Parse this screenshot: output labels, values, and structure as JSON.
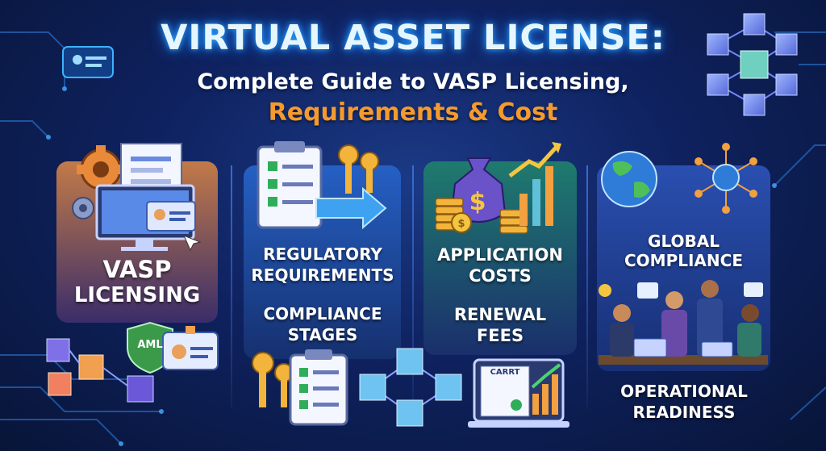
{
  "header": {
    "title": "VIRTUAL ASSET LICENSE:",
    "subtitle_line1": "Complete Guide to VASP Licensing,",
    "subtitle_line2": "Requirements & Cost"
  },
  "panels": [
    {
      "label_line1": "VASP",
      "label_line2": "LICENSING"
    },
    {
      "label_a_line1": "REGULATORY",
      "label_a_line2": "REQUIREMENTS",
      "label_b_line1": "COMPLIANCE",
      "label_b_line2": "STAGES"
    },
    {
      "label_a_line1": "APPLICATION",
      "label_a_line2": "COSTS",
      "label_b_line1": "RENEWAL",
      "label_b_line2": "FEES"
    },
    {
      "label_a_line1": "GLOBAL",
      "label_a_line2": "COMPLIANCE",
      "label_b_line1": "OPERATIONAL",
      "label_b_line2": "READINESS"
    }
  ],
  "badges": {
    "aml": "AML",
    "cert": "CARRT"
  },
  "colors": {
    "title_glow": "#2aa8ff",
    "accent_orange": "#f49a2e",
    "panel1": "#b86a3c",
    "panel2": "#1d4ea6",
    "panel3": "#1b6a6a",
    "panel4": "#1c3d8f"
  },
  "icons": [
    "gear-icon",
    "document-icon",
    "monitor-icon",
    "id-card-icon",
    "clipboard-checklist-icon",
    "key-icon",
    "arrow-right-icon",
    "money-bag-icon",
    "coin-stack-icon",
    "growth-chart-icon",
    "globe-icon",
    "network-icon",
    "team-meeting-icon",
    "cube-network-icon",
    "certificate-icon",
    "shield-icon"
  ]
}
